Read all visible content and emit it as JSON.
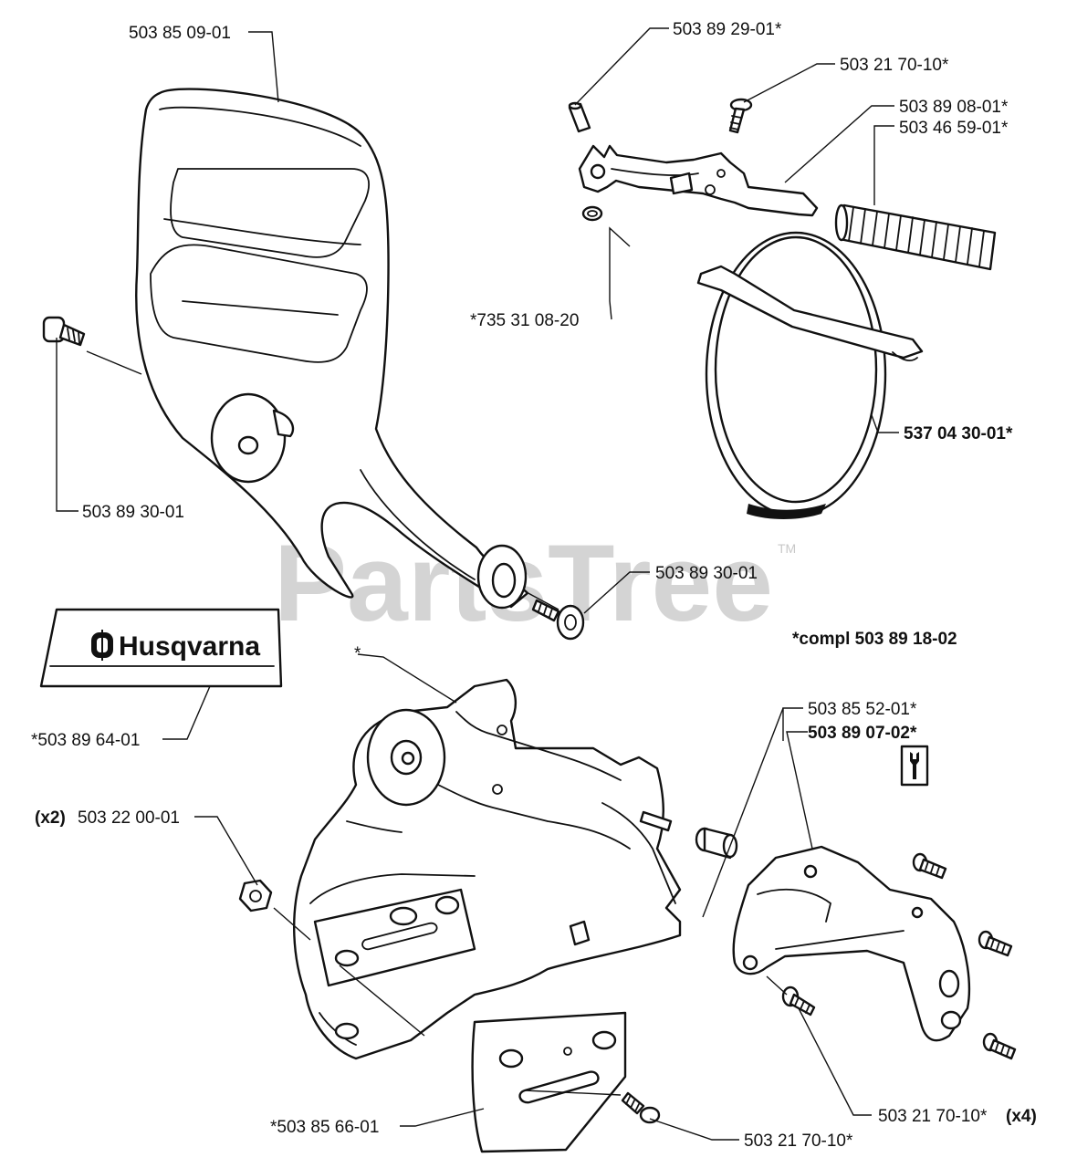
{
  "watermark": {
    "text": "PartsTree",
    "tm": "TM"
  },
  "decal": {
    "brand": "Husqvarna"
  },
  "labels": {
    "guard": "503 85 09-01",
    "pin": "503 89 29-01*",
    "screw_top": "503 21 70-10*",
    "lever": "503 89 08-01*",
    "spring": "503 46 59-01*",
    "ring": "*735 31 08-20",
    "screw_left": "503 89 30-01",
    "screw_mid": "503 89 30-01",
    "band": "537 04 30-01*",
    "compl": "*compl 503 89 18-02",
    "decal_part": "*503 89 64-01",
    "asterisk": "*",
    "cover_a": "503 85 52-01*",
    "cover_b": "503 89 07-02*",
    "nut_qty": "(x2)",
    "nut": "503 22 00-01",
    "plate": "*503 85 66-01",
    "screw_plate": "503 21 70-10*",
    "screw_cover": "503 21 70-10*",
    "screw_cover_qty": "(x4)"
  },
  "colors": {
    "line": "#111111",
    "watermark": "#d4d4d4"
  },
  "icons": {
    "tool": "wrench-icon"
  }
}
